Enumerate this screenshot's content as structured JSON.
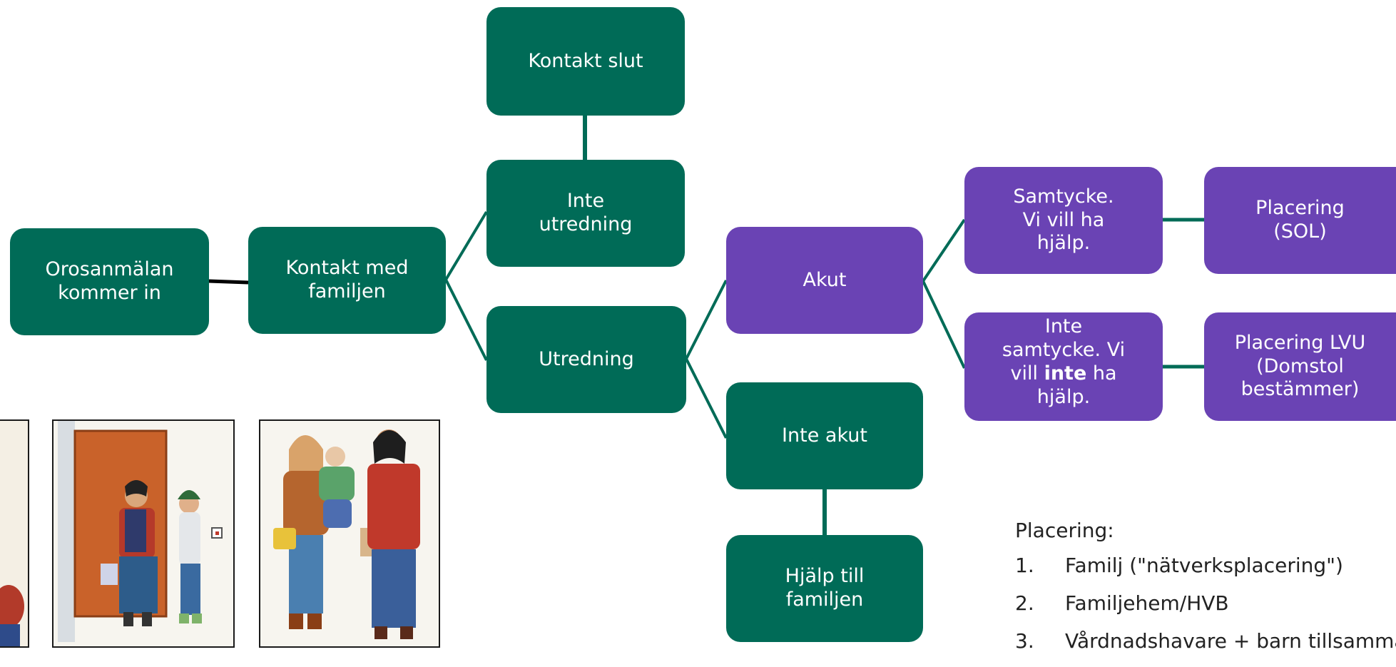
{
  "nodes": {
    "orosanmalan": "Orosanmälan\nkommer in",
    "kontakt_familjen": "Kontakt med\nfamiljen",
    "kontakt_slut": "Kontakt slut",
    "inte_utredning": "Inte\nutredning",
    "utredning": "Utredning",
    "akut": "Akut",
    "inte_akut": "Inte akut",
    "hjalp_familjen": "Hjälp till\nfamiljen",
    "samtycke": "Samtycke.\nVi vill ha\nhjälp.",
    "inte_samtycke_1": "Inte\nsamtycke. Vi\nvill ",
    "inte_samtycke_bold": "inte",
    "inte_samtycke_2": " ha\nhjälp.",
    "placering_sol": "Placering\n(SOL)",
    "placering_lvu": "Placering LVU\n(Domstol\nbestämmer)"
  },
  "legend": {
    "title": "Placering:",
    "items": [
      {
        "num": "1.",
        "text": "Familj (\"nätverksplacering\")"
      },
      {
        "num": "2.",
        "text": "Familjehem/HVB"
      },
      {
        "num": "3.",
        "text": "Vårdnadshavare + barn tillsammans"
      }
    ]
  },
  "colors": {
    "green": "#006b57",
    "purple": "#6a43b4"
  }
}
